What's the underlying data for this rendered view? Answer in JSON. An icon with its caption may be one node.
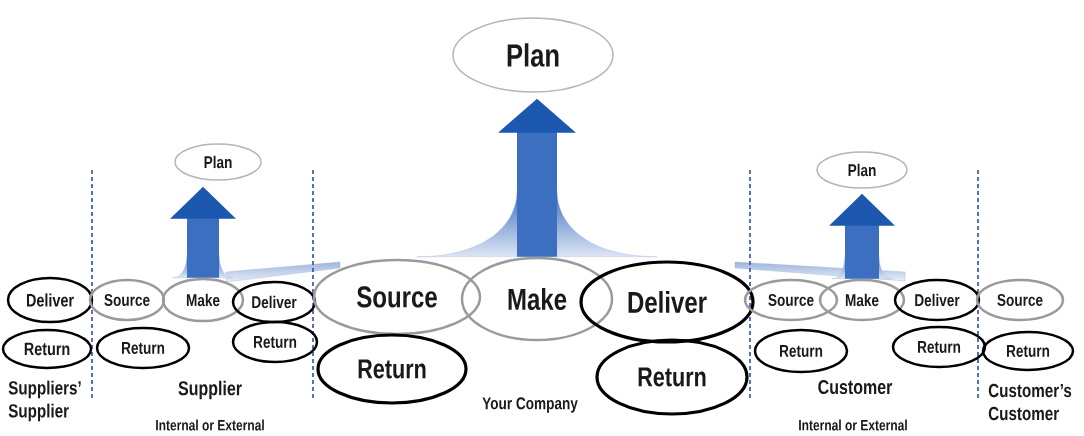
{
  "diagram": {
    "nodes": [
      {
        "text": [
          "Plan"
        ]
      },
      {
        "text": [
          "Plan"
        ]
      },
      {
        "text": [
          "Plan"
        ]
      },
      {
        "text": [
          "Deliver"
        ]
      },
      {
        "text": [
          "Return"
        ]
      },
      {
        "text": [
          "Source"
        ]
      },
      {
        "text": [
          "Make"
        ]
      },
      {
        "text": [
          "Deliver"
        ]
      },
      {
        "text": [
          "Return"
        ]
      },
      {
        "text": [
          "Return"
        ]
      },
      {
        "text": [
          "Source"
        ]
      },
      {
        "text": [
          "Make"
        ]
      },
      {
        "text": [
          "Deliver"
        ]
      },
      {
        "text": [
          "Return"
        ]
      },
      {
        "text": [
          "Return"
        ]
      },
      {
        "text": [
          "Source"
        ]
      },
      {
        "text": [
          "Make"
        ]
      },
      {
        "text": [
          "Deliver"
        ]
      },
      {
        "text": [
          "Return"
        ]
      },
      {
        "text": [
          "Return"
        ]
      },
      {
        "text": [
          "Source"
        ]
      },
      {
        "text": [
          "Return"
        ]
      }
    ],
    "edges": [
      {
        "from": 6,
        "to": 1,
        "arrow": "to"
      },
      {
        "from": 11,
        "to": 0,
        "arrow": "to"
      },
      {
        "from": 16,
        "to": 2,
        "arrow": "to"
      }
    ],
    "labels": [
      "Suppliers’ Supplier",
      "Supplier",
      "Internal or External",
      "Your Company",
      "Customer",
      "Internal or External",
      "Customer’s Customer"
    ]
  }
}
